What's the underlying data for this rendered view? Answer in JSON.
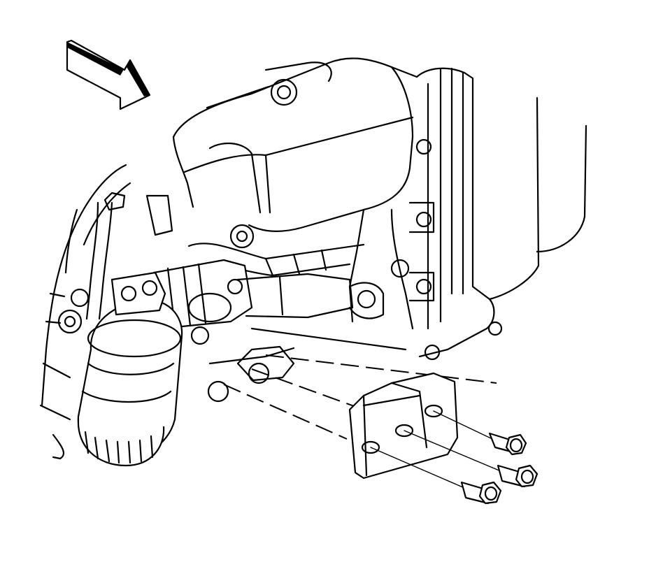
{
  "figure": {
    "background": "#ffffff",
    "stroke_color": "#000000",
    "parts": {
      "direction_arrow": "front-direction-arrow-icon",
      "transmission": "transmission-housing",
      "oil_filter": "oil-filter",
      "bracket": "mount-bracket",
      "bolts": [
        "bolt-upper",
        "bolt-middle",
        "bolt-lower"
      ]
    }
  }
}
